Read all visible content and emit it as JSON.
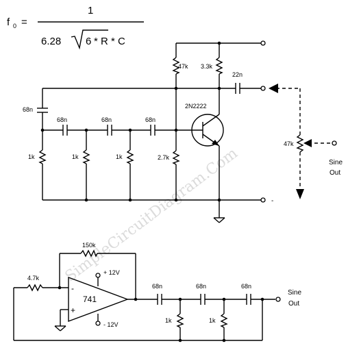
{
  "formula": {
    "lhs": "f",
    "lhs_sub": "0",
    "equals": "=",
    "numerator": "1",
    "coef": "6.28",
    "radicand": "6",
    "tail": "* R * C"
  },
  "watermark": "SimpleCircuitDiagram.Com",
  "top_circuit": {
    "transistor": "2N2222",
    "r_bias_top": "47k",
    "r_collector": "3.3k",
    "c_out": "22n",
    "c_feedback": "68n",
    "c_ladder": [
      "68n",
      "68n",
      "68n"
    ],
    "r_ladder": [
      "1k",
      "1k",
      "1k"
    ],
    "r_bias_bottom": "2.7k",
    "pot": "47k",
    "sine_out": [
      "Sine",
      "Out"
    ],
    "dash_mark": "-"
  },
  "bottom_circuit": {
    "opamp": "741",
    "r_feedback": "150k",
    "r_input": "4.7k",
    "supply_pos": "+ 12V",
    "supply_neg": "- 12V",
    "in_minus": "-",
    "in_plus": "+",
    "c_ladder": [
      "68n",
      "68n",
      "68n"
    ],
    "r_ladder": [
      "1k",
      "1k"
    ],
    "sine_out": [
      "Sine",
      "Out"
    ]
  }
}
